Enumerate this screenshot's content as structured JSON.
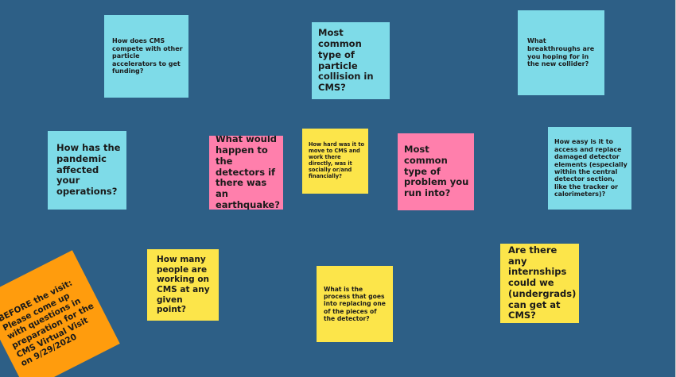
{
  "board": {
    "background_color": "#2d5f86",
    "notes": [
      {
        "text": "How does CMS compete with other particle accelerators to get funding?",
        "color": "#7edbe8"
      },
      {
        "text": "Most common type of particle collision in CMS?",
        "color": "#7edbe8"
      },
      {
        "text": "What breakthroughs are you hoping for in the new collider?",
        "color": "#7edbe8"
      },
      {
        "text": "How has the pandemic affected your operations?",
        "color": "#7edbe8"
      },
      {
        "text": "What would happen to the detectors if there was an earthquake?",
        "color": "#ff7fac"
      },
      {
        "text": "How hard was it to move to CMS and work there directly, was it socially or/and financially?",
        "color": "#fce54a"
      },
      {
        "text": "Most common type of problem you run into?",
        "color": "#ff7fac"
      },
      {
        "text": "How easy is it to access and replace damaged detector elements (especially within the central detector section, like the tracker or calorimeters)?",
        "color": "#7edbe8"
      },
      {
        "text": "How many people are working on CMS at any given point?",
        "color": "#fce54a"
      },
      {
        "text": "What is the process that goes into replacing one of the pieces of the detector?",
        "color": "#fce54a"
      },
      {
        "text": "Are there any internships could we (undergrads) can get at CMS?",
        "color": "#fce54a"
      },
      {
        "text": "BEFORE the visit: Please come up with questions in preparation for the CMS Virtual Visit on 9/29/2020",
        "color": "#ff9c0d"
      }
    ]
  }
}
